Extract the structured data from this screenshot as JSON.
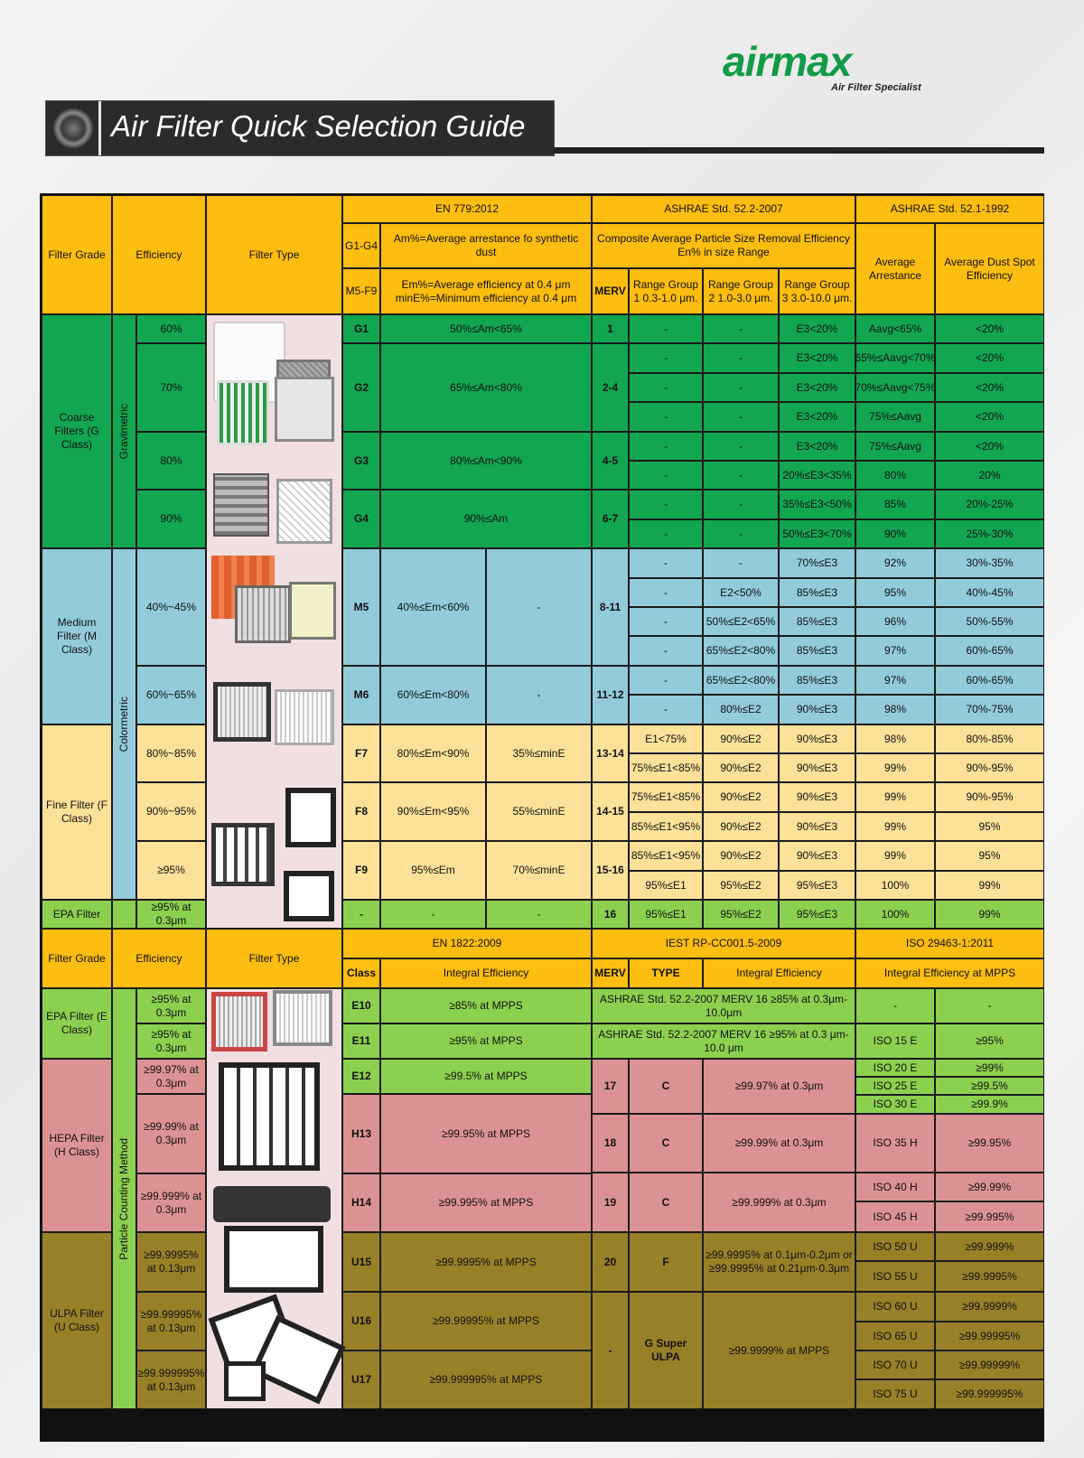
{
  "header": {
    "brand": "airmax",
    "tagline": "Air Filter Specialist",
    "title": "Air Filter Quick Selection Guide"
  },
  "colors": {
    "header": "#fdbd11",
    "coarse": "#12a651",
    "medium": "#93cbdb",
    "fine": "#fde199",
    "epa": "#8cd04f",
    "hepa": "#dc9293",
    "ulpa": "#978028",
    "image_bg": "#f2dfe2"
  },
  "t1": {
    "filter_grade": "Filter Grade",
    "efficiency": "Efficiency",
    "filter_type": "Filter Type",
    "en779": "EN 779:2012",
    "ashrae522": "ASHRAE Std. 52.2-2007",
    "ashrae521": "ASHRAE Std. 52.1-1992",
    "g1g4": "G1-G4",
    "am": "Am%=Average arrestance fo synthetic dust",
    "m5f9": "M5-F9",
    "em": "Em%=Average efficiency at 0.4 μm minE%=Minimum efficiency at 0.4 μm",
    "composite": "Composite Average Particle Size Removal Efficiency En% in size Range",
    "merv": "MERV",
    "rg1": "Range Group 1 0.3-1.0 μm.",
    "rg2": "Range Group 2 1.0-3.0 μm.",
    "rg3": "Range Group 3 3.0-10.0 μm.",
    "avg_arr": "Average Arrestance",
    "avg_dust": "Average Dust Spot Efficiency",
    "coarse": "Coarse Filters (G Class)",
    "gravimetric": "Gravimetric",
    "medium": "Medium Filter (M Class)",
    "colormetric": "Colormetric",
    "fine": "Fine Filter (F Class)",
    "epa": "EPA Filter"
  },
  "effs": [
    "60%",
    "70%",
    "80%",
    "90%",
    "40%~45%",
    "60%~65%",
    "80%~85%",
    "90%~95%",
    "≥95%",
    "≥95% at 0.3μm"
  ],
  "classes": [
    {
      "cls": "G1",
      "am": "50%≤Am<65%",
      "merv": "1"
    },
    {
      "cls": "G2",
      "am": "65%≤Am<80%",
      "merv": "2-4"
    },
    {
      "cls": "G3",
      "am": "80%≤Am<90%",
      "merv": "4-5"
    },
    {
      "cls": "G4",
      "am": "90%≤Am",
      "merv": "6-7"
    },
    {
      "cls": "M5",
      "em": "40%≤Em<60%",
      "mine": "-",
      "merv": "8-11"
    },
    {
      "cls": "M6",
      "em": "60%≤Em<80%",
      "mine": "-",
      "merv": "11-12"
    },
    {
      "cls": "F7",
      "em": "80%≤Em<90%",
      "mine": "35%≤minE",
      "merv": "13-14"
    },
    {
      "cls": "F8",
      "em": "90%≤Em<95%",
      "mine": "55%≤minE",
      "merv": "14-15"
    },
    {
      "cls": "F9",
      "em": "95%≤Em",
      "mine": "70%≤minE",
      "merv": "15-16"
    },
    {
      "cls": "-",
      "em": "-",
      "mine": "-",
      "merv": "16"
    }
  ],
  "rows1": [
    [
      "-",
      "-",
      "E3<20%",
      "Aavg<65%",
      "<20%"
    ],
    [
      "-",
      "-",
      "E3<20%",
      "65%≤Aavg<70%",
      "<20%"
    ],
    [
      "-",
      "-",
      "E3<20%",
      "70%≤Aavg<75%",
      "<20%"
    ],
    [
      "-",
      "-",
      "E3<20%",
      "75%≤Aavg",
      "<20%"
    ],
    [
      "-",
      "-",
      "E3<20%",
      "75%≤Aavg",
      "<20%"
    ],
    [
      "-",
      "-",
      "20%≤E3<35%",
      "80%",
      "20%"
    ],
    [
      "-",
      "-",
      "35%≤E3<50%",
      "85%",
      "20%-25%"
    ],
    [
      "-",
      "-",
      "50%≤E3<70%",
      "90%",
      "25%-30%"
    ],
    [
      "-",
      "-",
      "70%≤E3",
      "92%",
      "30%-35%"
    ],
    [
      "-",
      "E2<50%",
      "85%≤E3",
      "95%",
      "40%-45%"
    ],
    [
      "-",
      "50%≤E2<65%",
      "85%≤E3",
      "96%",
      "50%-55%"
    ],
    [
      "-",
      "65%≤E2<80%",
      "85%≤E3",
      "97%",
      "60%-65%"
    ],
    [
      "-",
      "65%≤E2<80%",
      "85%≤E3",
      "97%",
      "60%-65%"
    ],
    [
      "-",
      "80%≤E2",
      "90%≤E3",
      "98%",
      "70%-75%"
    ],
    [
      "E1<75%",
      "90%≤E2",
      "90%≤E3",
      "98%",
      "80%-85%"
    ],
    [
      "75%≤E1<85%",
      "90%≤E2",
      "90%≤E3",
      "99%",
      "90%-95%"
    ],
    [
      "75%≤E1<85%",
      "90%≤E2",
      "90%≤E3",
      "99%",
      "90%-95%"
    ],
    [
      "85%≤E1<95%",
      "90%≤E2",
      "90%≤E3",
      "99%",
      "95%"
    ],
    [
      "85%≤E1<95%",
      "90%≤E2",
      "90%≤E3",
      "99%",
      "95%"
    ],
    [
      "95%≤E1",
      "95%≤E2",
      "95%≤E3",
      "100%",
      "99%"
    ],
    [
      "95%≤E1",
      "95%≤E2",
      "95%≤E3",
      "100%",
      "99%"
    ]
  ],
  "t2": {
    "filter_grade": "Filter Grade",
    "efficiency": "Efficiency",
    "filter_type": "Filter Type",
    "en1822": "EN 1822:2009",
    "iest": "IEST RP-CC001.5-2009",
    "iso": "ISO 29463-1:2011",
    "class": "Class",
    "integral": "Integral Efficiency",
    "merv": "MERV",
    "type": "TYPE",
    "integral2": "Integral Efficiency",
    "iso_int": "Integral Efficiency at MPPS",
    "epa": "EPA Filter (E Class)",
    "hepa": "HEPA Filter (H Class)",
    "ulpa": "ULPA Filter (U Class)",
    "pcm": "Particle Counting Method",
    "ashrae_e10": "ASHRAE Std. 52.2-2007 MERV 16 ≥85% at 0.3μm-10.0μm",
    "ashrae_e11": "ASHRAE Std. 52.2-2007 MERV 16 ≥95% at 0.3 μm-10.0 μm"
  },
  "effs2": [
    "≥95% at 0.3μm",
    "≥95% at 0.3μm",
    "≥99.97% at 0.3μm",
    "≥99.99% at 0.3μm",
    "≥99.999% at 0.3μm",
    "≥99.9995% at 0.13μm",
    "≥99.99995% at 0.13μm",
    "≥99.999995% at 0.13μm"
  ],
  "en1822": [
    {
      "cls": "E10",
      "eff": "≥85% at MPPS"
    },
    {
      "cls": "E11",
      "eff": "≥95% at MPPS"
    },
    {
      "cls": "E12",
      "eff": "≥99.5% at MPPS"
    },
    {
      "cls": "H13",
      "eff": "≥99.95% at MPPS"
    },
    {
      "cls": "H14",
      "eff": "≥99.995% at MPPS"
    },
    {
      "cls": "U15",
      "eff": "≥99.9995% at MPPS"
    },
    {
      "cls": "U16",
      "eff": "≥99.99995% at MPPS"
    },
    {
      "cls": "U17",
      "eff": "≥99.999995% at MPPS"
    }
  ],
  "iest": [
    {
      "merv": "17",
      "type": "C",
      "eff": "≥99.97% at 0.3μm"
    },
    {
      "merv": "18",
      "type": "C",
      "eff": "≥99.99% at 0.3μm"
    },
    {
      "merv": "19",
      "type": "C",
      "eff": "≥99.999% at 0.3μm"
    },
    {
      "merv": "20",
      "type": "F",
      "eff": "≥99.9995% at 0.1μm-0.2μm or ≥99.9995% at 0.21μm-0.3μm"
    },
    {
      "merv": "-",
      "type": "G Super ULPA",
      "eff": "≥99.9999% at MPPS"
    }
  ],
  "iso": [
    [
      "-",
      "-"
    ],
    [
      "ISO 15 E",
      "≥95%"
    ],
    [
      "ISO 20 E",
      "≥99%"
    ],
    [
      "ISO 25 E",
      "≥99.5%"
    ],
    [
      "ISO 30 E",
      "≥99.9%"
    ],
    [
      "ISO 35 H",
      "≥99.95%"
    ],
    [
      "ISO 40 H",
      "≥99.99%"
    ],
    [
      "ISO 45 H",
      "≥99.995%"
    ],
    [
      "ISO 50 U",
      "≥99.999%"
    ],
    [
      "ISO 55 U",
      "≥99.9995%"
    ],
    [
      "ISO 60 U",
      "≥99.9999%"
    ],
    [
      "ISO 65 U",
      "≥99.99995%"
    ],
    [
      "ISO 70 U",
      "≥99.99999%"
    ],
    [
      "ISO 75 U",
      "≥99.999995%"
    ]
  ]
}
